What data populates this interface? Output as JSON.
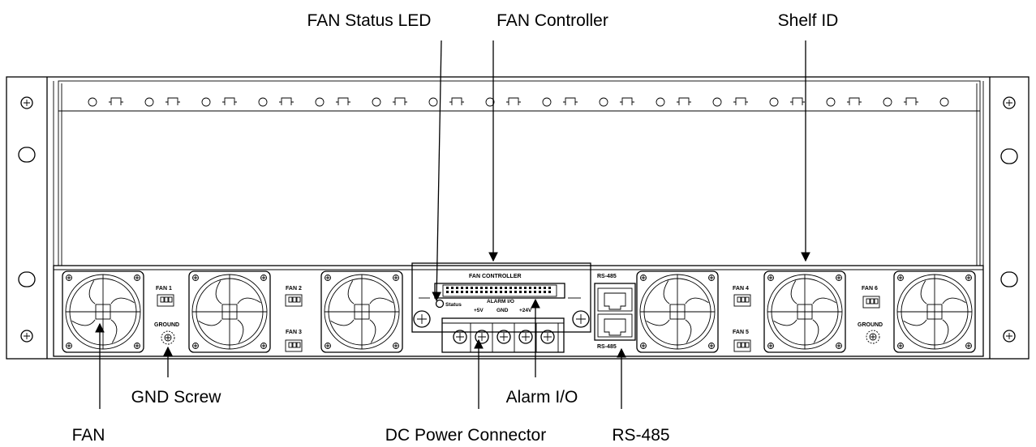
{
  "callouts": {
    "fan_status_led": "FAN Status LED",
    "fan_controller": "FAN Controller",
    "shelf_id": "Shelf ID",
    "gnd_screw": "GND Screw",
    "alarm_io": "Alarm I/O",
    "fan": "FAN",
    "dc_power_connector": "DC Power Connector",
    "rs485": "RS-485"
  },
  "panel_labels": {
    "fan1": "FAN 1",
    "fan2": "FAN 2",
    "fan3": "FAN 3",
    "fan4": "FAN 4",
    "fan5": "FAN 5",
    "fan6": "FAN 6",
    "ground_left": "GROUND",
    "ground_right": "GROUND",
    "fan_controller": "FAN CONTROLLER",
    "status": "Status",
    "alarm_io": "ALARM I/O",
    "plus5v": "+5V",
    "gnd": "GND",
    "plus24v": "+24V",
    "rs485_top": "RS-485",
    "rs485_bottom": "RS-485"
  }
}
